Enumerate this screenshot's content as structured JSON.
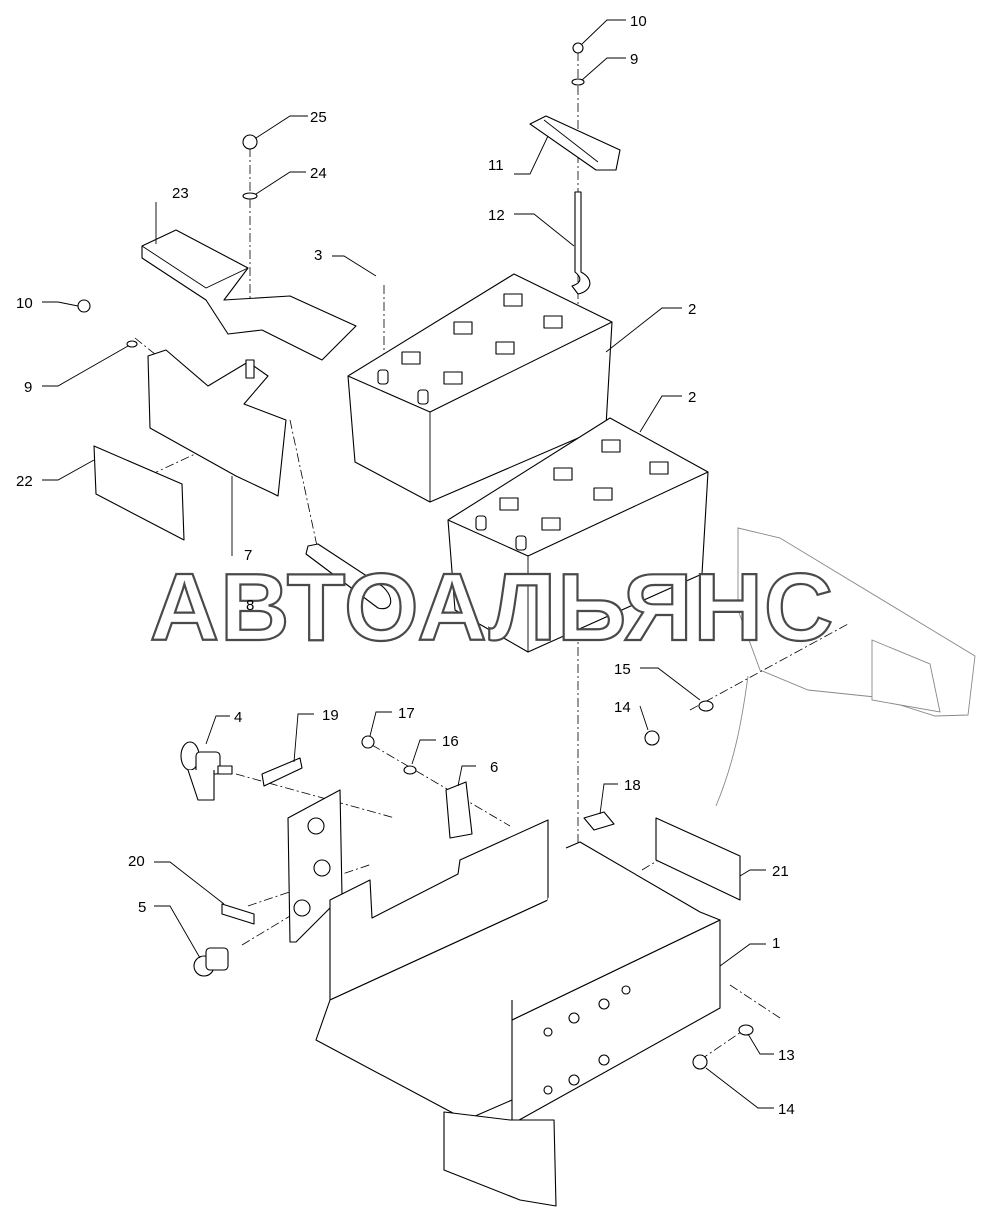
{
  "watermark": "АВТОАЛЬЯНС",
  "callouts": [
    {
      "id": "10a",
      "label": "10"
    },
    {
      "id": "9a",
      "label": "9"
    },
    {
      "id": "11",
      "label": "11"
    },
    {
      "id": "12",
      "label": "12"
    },
    {
      "id": "25",
      "label": "25"
    },
    {
      "id": "24",
      "label": "24"
    },
    {
      "id": "23",
      "label": "23"
    },
    {
      "id": "3",
      "label": "3"
    },
    {
      "id": "2a",
      "label": "2"
    },
    {
      "id": "2b",
      "label": "2"
    },
    {
      "id": "10b",
      "label": "10"
    },
    {
      "id": "9b",
      "label": "9"
    },
    {
      "id": "22",
      "label": "22"
    },
    {
      "id": "7",
      "label": "7"
    },
    {
      "id": "8",
      "label": "8"
    },
    {
      "id": "15",
      "label": "15"
    },
    {
      "id": "14a",
      "label": "14"
    },
    {
      "id": "4",
      "label": "4"
    },
    {
      "id": "19",
      "label": "19"
    },
    {
      "id": "17",
      "label": "17"
    },
    {
      "id": "16",
      "label": "16"
    },
    {
      "id": "6",
      "label": "6"
    },
    {
      "id": "18",
      "label": "18"
    },
    {
      "id": "20",
      "label": "20"
    },
    {
      "id": "21",
      "label": "21"
    },
    {
      "id": "5",
      "label": "5"
    },
    {
      "id": "1",
      "label": "1"
    },
    {
      "id": "13",
      "label": "13"
    },
    {
      "id": "14b",
      "label": "14"
    }
  ]
}
